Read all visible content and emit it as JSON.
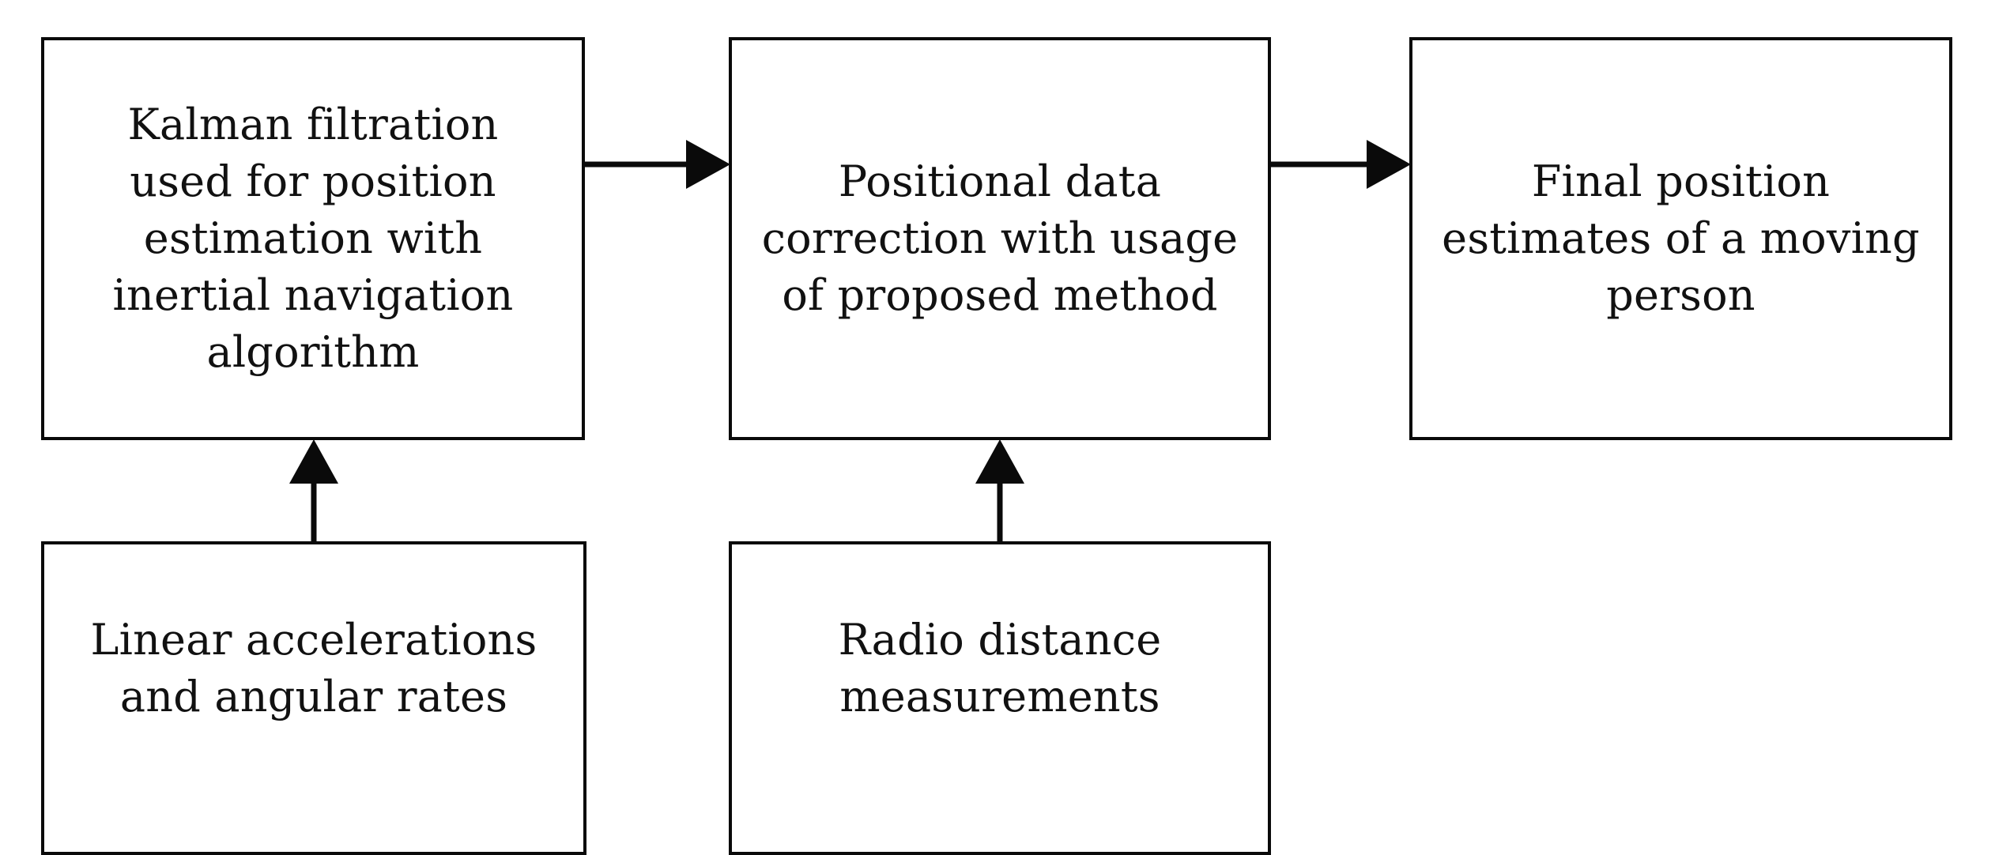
{
  "diagram": {
    "type": "block-flow-diagram",
    "background_color": "#ffffff",
    "line_color": "#0a0a0a",
    "text_color": "#111111",
    "nodes": [
      {
        "id": "kalman",
        "label": "Kalman filtration\nused for position\nestimation with\ninertial navigation\nalgorithm"
      },
      {
        "id": "correction",
        "label": "Positional data\ncorrection with usage\nof proposed method"
      },
      {
        "id": "final",
        "label": "Final position\nestimates of a moving\nperson"
      },
      {
        "id": "inertial",
        "label": "Linear accelerations\nand angular rates"
      },
      {
        "id": "radio",
        "label": "Radio distance\nmeasurements"
      }
    ],
    "edges": [
      {
        "id": "kalman-correction",
        "from": "kalman",
        "to": "correction",
        "direction": "right"
      },
      {
        "id": "correction-final",
        "from": "correction",
        "to": "final",
        "direction": "right"
      },
      {
        "id": "inertial-kalman",
        "from": "inertial",
        "to": "kalman",
        "direction": "up"
      },
      {
        "id": "radio-correction",
        "from": "radio",
        "to": "correction",
        "direction": "up"
      }
    ]
  }
}
